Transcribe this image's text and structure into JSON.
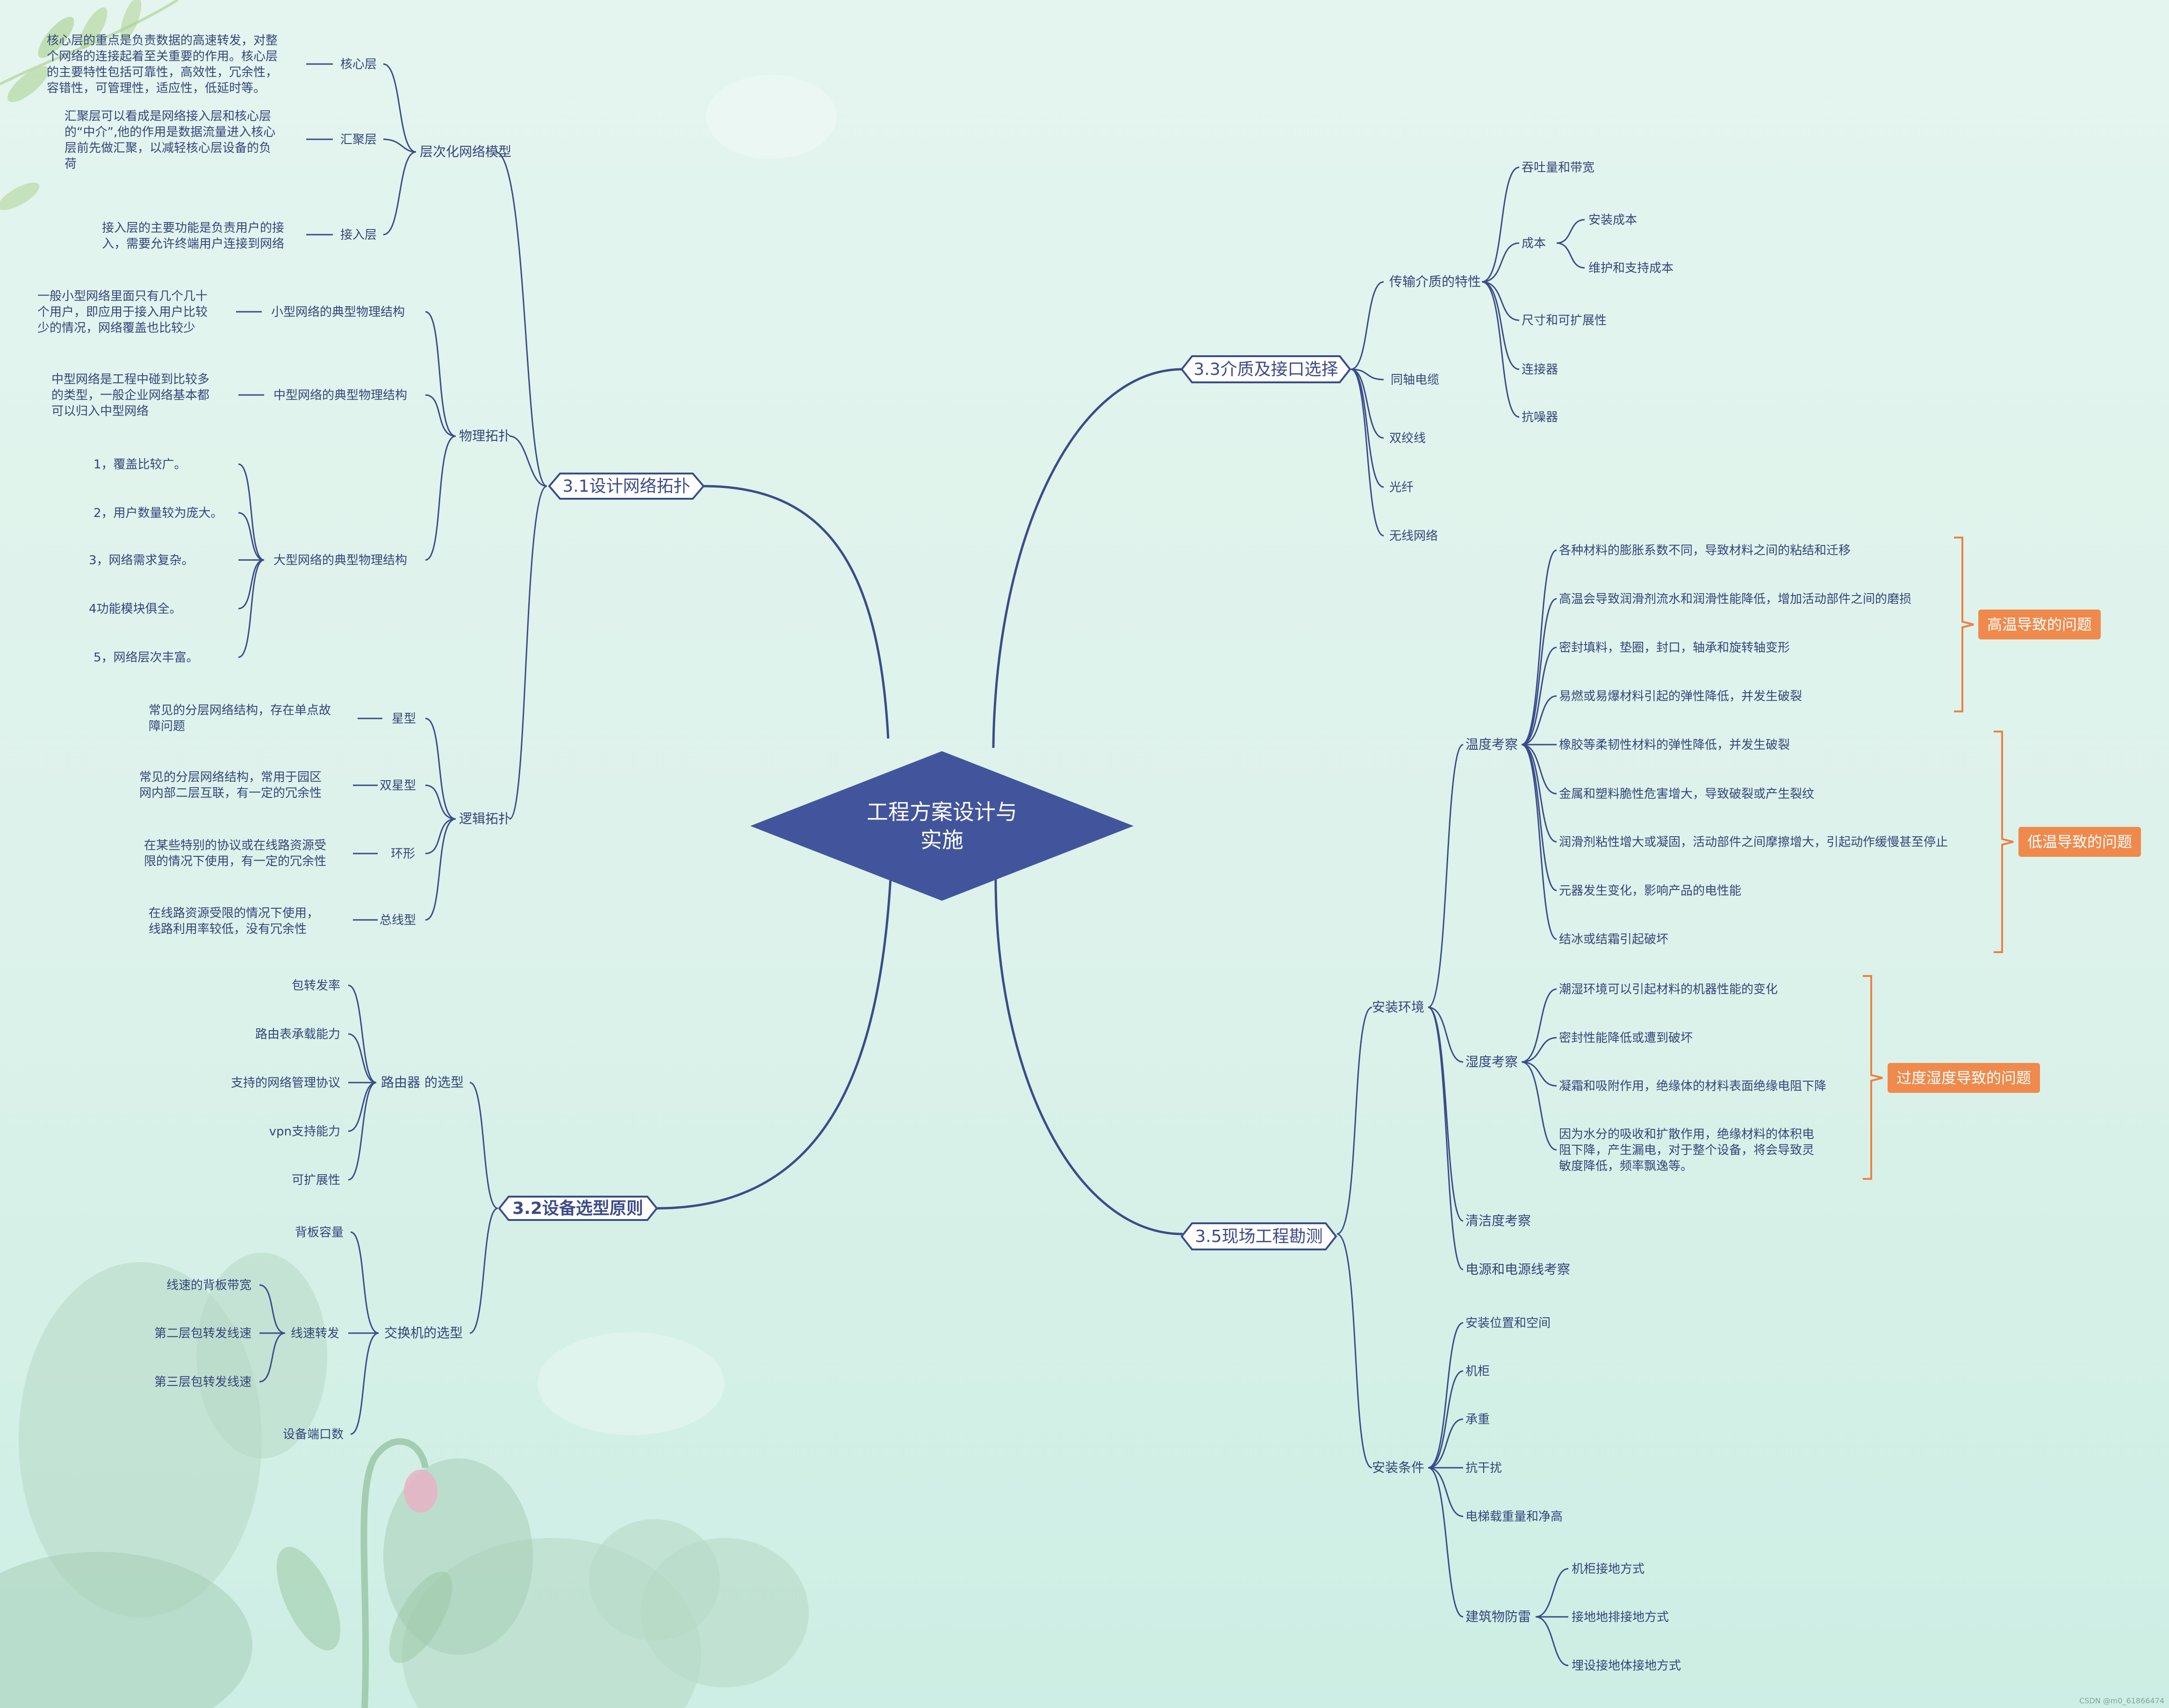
{
  "colors": {
    "center_fill": "#42559c",
    "line": "#3b4c8a",
    "tag_fill": "#ef8a4c",
    "bracket": "#ec8040",
    "text": "#34457a"
  },
  "center": {
    "line1": "工程方案设计与",
    "line2": "实施"
  },
  "b31": {
    "title": "3.1设计网络拓扑",
    "hier": {
      "label": "层次化网络模型",
      "core_label": "核心层",
      "core_desc": [
        "核心层的重点是负责数据的高速转发，对整",
        "个网络的连接起着至关重要的作用。核心层",
        "的主要特性包括可靠性，高效性，冗余性，",
        "容错性，可管理性，适应性，低延时等。"
      ],
      "agg_label": "汇聚层",
      "agg_desc": [
        "汇聚层可以看成是网络接入层和核心层",
        "的“中介”,他的作用是数据流量进入核心",
        "层前先做汇聚，以减轻核心层设备的负",
        "荷"
      ],
      "acc_label": "接入层",
      "acc_desc": [
        "接入层的主要功能是负责用户的接",
        "入，需要允许终端用户连接到网络"
      ]
    },
    "phys": {
      "label": "物理拓扑",
      "small_label": "小型网络的典型物理结构",
      "small_desc": [
        "一般小型网络里面只有几个几十",
        "个用户，即应用于接入用户比较",
        "少的情况，网络覆盖也比较少"
      ],
      "mid_label": "中型网络的典型物理结构",
      "mid_desc": [
        "中型网络是工程中碰到比较多",
        "的类型，一般企业网络基本都",
        "可以归入中型网络"
      ],
      "large_label": "大型网络的典型物理结构",
      "large_items": [
        "1，覆盖比较广。",
        "2，用户数量较为庞大。",
        "3，网络需求复杂。",
        "4功能模块俱全。",
        "5，网络层次丰富。"
      ]
    },
    "logic": {
      "label": "逻辑拓扑",
      "star_label": "星型",
      "star_desc": [
        "常见的分层网络结构，存在单点故",
        "障问题"
      ],
      "dstar_label": "双星型",
      "dstar_desc": [
        "常见的分层网络结构，常用于园区",
        "网内部二层互联，有一定的冗余性"
      ],
      "ring_label": "环形",
      "ring_desc": [
        "在某些特别的协议或在线路资源受",
        "限的情况下使用，有一定的冗余性"
      ],
      "bus_label": "总线型",
      "bus_desc": [
        "在线路资源受限的情况下使用，",
        "线路利用率较低，没有冗余性"
      ]
    }
  },
  "b32": {
    "title": "3.2设备选型原则",
    "router": {
      "label": "路由器 的选型",
      "items": [
        "包转发率",
        "路由表承载能力",
        "支持的网络管理协议",
        "vpn支持能力",
        "可扩展性"
      ]
    },
    "switch": {
      "label": "交换机的选型",
      "backplane": "背板容量",
      "wire_label": "线速转发",
      "wire_items": [
        "线速的背板带宽",
        "第二层包转发线速",
        "第三层包转发线速"
      ],
      "ports": "设备端口数"
    }
  },
  "b33": {
    "title": "3.3介质及接口选择",
    "trans": {
      "label": "传输介质的特性",
      "throughput": "吞吐量和带宽",
      "cost_label": "成本",
      "cost_items": [
        "安装成本",
        "维护和支持成本"
      ],
      "others": [
        "尺寸和可扩展性",
        "连接器",
        "抗噪器"
      ]
    },
    "media": [
      "同轴电缆",
      "双绞线",
      "光纤",
      "无线网络"
    ]
  },
  "b35": {
    "title": "3.5现场工程勘测",
    "env": {
      "label": "安装环境",
      "temp_label": "温度考察",
      "temp_items": [
        "各种材料的膨胀系数不同，导致材料之间的粘结和迁移",
        "高温会导致润滑剂流水和润滑性能降低，增加活动部件之间的磨损",
        "密封填料，垫圈，封口，轴承和旋转轴变形",
        "易燃或易爆材料引起的弹性降低，并发生破裂",
        "橡胶等柔韧性材料的弹性降低，并发生破裂",
        "金属和塑料脆性危害增大，导致破裂或产生裂纹",
        "润滑剂粘性增大或凝固，活动部件之间摩擦增大，引起动作缓慢甚至停止",
        "元器发生变化，影响产品的电性能",
        "结冰或结霜引起破坏"
      ],
      "hum_label": "湿度考察",
      "hum_items": [
        "潮湿环境可以引起材料的机器性能的变化",
        "密封性能降低或遭到破坏",
        "凝霜和吸附作用，绝缘体的材料表面绝缘电阻下降"
      ],
      "hum_last": [
        "因为水分的吸收和扩散作用，绝缘材料的体积电",
        "阻下降，产生漏电，对于整个设备，将会导致灵",
        "敏度降低，频率飘逸等。"
      ],
      "clean": "清洁度考察",
      "power": "电源和电源线考察"
    },
    "cond": {
      "label": "安装条件",
      "items": [
        "安装位置和空间",
        "机柜",
        "承重",
        "抗干扰",
        "电梯载重量和净高"
      ],
      "lightning_label": "建筑物防雷",
      "lightning_items": [
        "机柜接地方式",
        "接地地排接地方式",
        "埋设接地体接地方式"
      ]
    }
  },
  "tags": {
    "high": "高温导致的问题",
    "low": "低温导致的问题",
    "humid": "过度湿度导致的问题"
  },
  "footer": "CSDN @m0_61866474"
}
